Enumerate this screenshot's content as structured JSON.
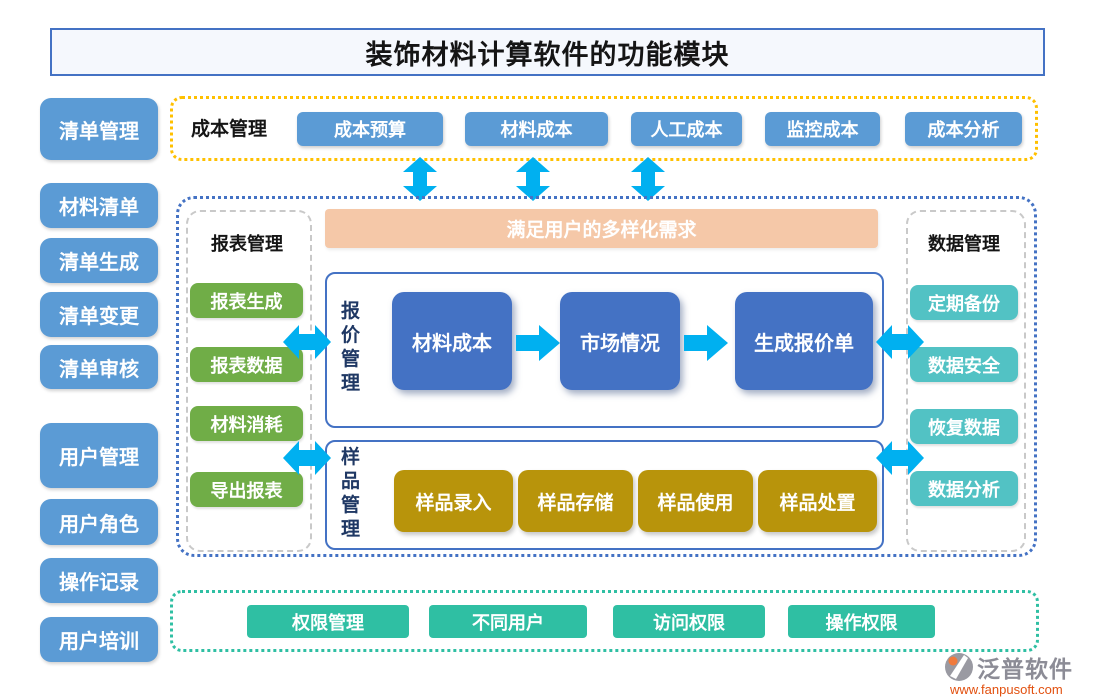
{
  "title": "装饰材料计算软件的功能模块",
  "sidebar": {
    "items": [
      "清单管理",
      "材料清单",
      "清单生成",
      "清单变更",
      "清单审核",
      "用户管理",
      "用户角色",
      "操作记录",
      "用户培训"
    ]
  },
  "cost_section": {
    "label": "成本管理",
    "items": [
      "成本预算",
      "材料成本",
      "人工成本",
      "监控成本",
      "成本分析"
    ]
  },
  "core_section": {
    "banner": "满足用户的多样化需求",
    "report_panel": {
      "title": "报表管理",
      "items": [
        "报表生成",
        "报表数据",
        "材料消耗",
        "导出报表"
      ]
    },
    "quote_flow": {
      "title": "报价管理",
      "steps": [
        "材料成本",
        "市场情况",
        "生成报价单"
      ]
    },
    "sample_flow": {
      "title": "样品管理",
      "items": [
        "样品录入",
        "样品存储",
        "样品使用",
        "样品处置"
      ]
    },
    "data_panel": {
      "title": "数据管理",
      "items": [
        "定期备份",
        "数据安全",
        "恢复数据",
        "数据分析"
      ]
    }
  },
  "permission_section": {
    "items": [
      "权限管理",
      "不同用户",
      "访问权限",
      "操作权限"
    ]
  },
  "branding": {
    "name": "泛普软件",
    "url": "www.fanpusoft.com"
  },
  "colors": {
    "sidebar_blue": "#5B9BD5",
    "flow_blue": "#4472C4",
    "green": "#70AD47",
    "teal": "#52C2C4",
    "gold": "#B8940B",
    "emerald": "#2FBFA3",
    "cyan_arrow": "#00B0F0",
    "yellow_border": "#FFC000",
    "peach_banner": "#F5C8A8"
  }
}
